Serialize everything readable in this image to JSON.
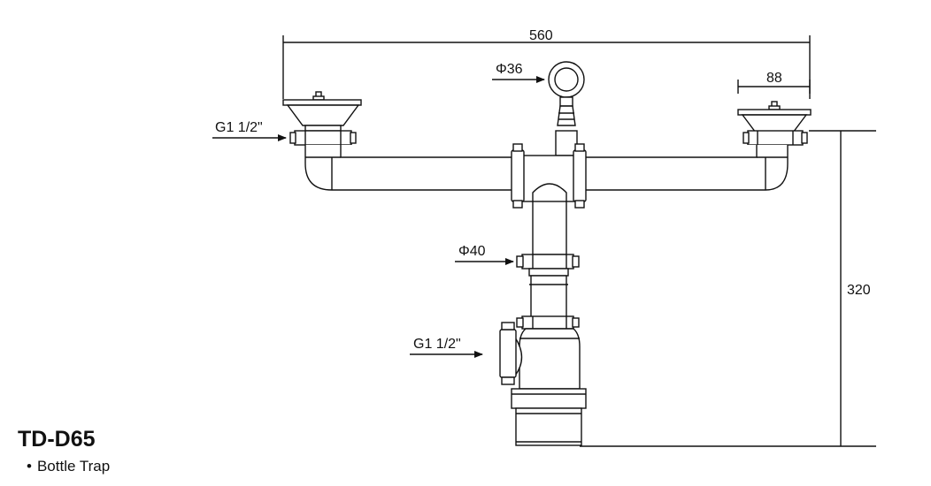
{
  "product": {
    "model": "TD-D65",
    "bullet": "•",
    "description": "Bottle Trap"
  },
  "dimensions": {
    "overall_width": "560",
    "strainer_width": "88",
    "height": "320"
  },
  "callouts": {
    "overflow_diameter": "Φ36",
    "pipe_diameter": "Φ40",
    "inlet_thread": "G1 1/2\"",
    "outlet_thread": "G1 1/2\""
  }
}
